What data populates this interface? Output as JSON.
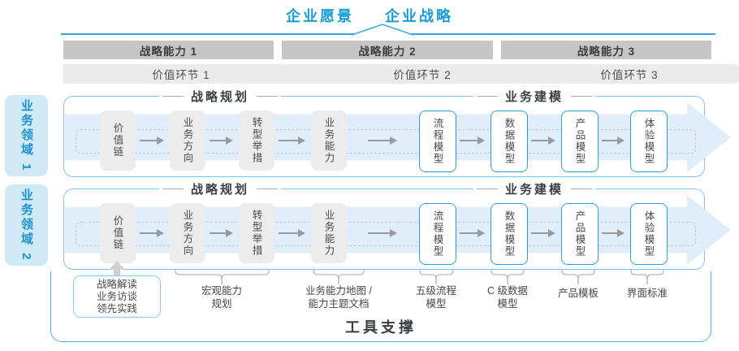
{
  "header": {
    "vision": "企业愿景",
    "strategy": "企业战略"
  },
  "strategic_capabilities": [
    "战略能力 1",
    "战略能力 2",
    "战略能力 3"
  ],
  "value_links": [
    "价值环节 1",
    "价值环节 2",
    "价值环节 3"
  ],
  "business_domains": [
    "业务领域 1",
    "业务领域 2"
  ],
  "rows": [
    {
      "planning_header": "战略规划",
      "modeling_header": "业务建模",
      "strategy_boxes": [
        "价值链",
        "业务方向",
        "转型举措",
        "业务能力"
      ],
      "model_boxes": [
        "流程模型",
        "数据模型",
        "产品模型",
        "体验模型"
      ]
    },
    {
      "planning_header": "战略规划",
      "modeling_header": "业务建模",
      "strategy_boxes": [
        "价值链",
        "业务方向",
        "转型举措",
        "业务能力"
      ],
      "model_boxes": [
        "流程模型",
        "数据模型",
        "产品模型",
        "体验模型"
      ]
    }
  ],
  "annotations": {
    "inputs_box": "战略解读\n业务访谈\n领先实践",
    "macro_capability": "宏观能力\n规划",
    "capability_map": "业务能力地图 /\n能力主题文档",
    "process_model": "五级流程\n模型",
    "data_model": "C 级数据\n模型",
    "product_template": "产品模板",
    "ui_standard": "界面标准"
  },
  "footer": {
    "tool_support": "工具支撑"
  },
  "colors": {
    "accent_blue": "#1a9cd6",
    "domain_tab_fill": "#cfe9f6",
    "band_blue": "#dfeefa",
    "capability_bar_gray": "#c6c6c6",
    "value_bar_gray": "#ebebeb",
    "node_gray": "#ececec",
    "node_border_blue": "#2e9fd6",
    "lane_border": "#82c5e8",
    "footer_border": "#53b2e0"
  }
}
